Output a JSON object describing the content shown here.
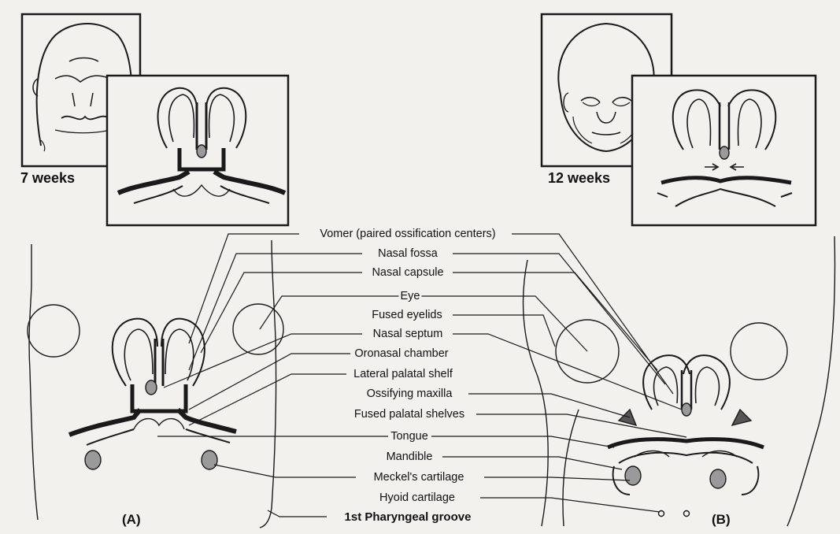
{
  "panels": {
    "a": {
      "tag": "(A)",
      "age": "7 weeks"
    },
    "b": {
      "tag": "(B)",
      "age": "12 weeks"
    }
  },
  "labels": [
    "Vomer (paired ossification centers)",
    "Nasal fossa",
    "Nasal capsule",
    "Eye",
    "Fused eyelids",
    "Nasal septum",
    "Oronasal chamber",
    "Lateral palatal shelf",
    "Ossifying maxilla",
    "Fused palatal shelves",
    "Tongue",
    "Mandible",
    "Meckel's cartilage",
    "Hyoid cartilage",
    "1st Pharyngeal groove"
  ]
}
